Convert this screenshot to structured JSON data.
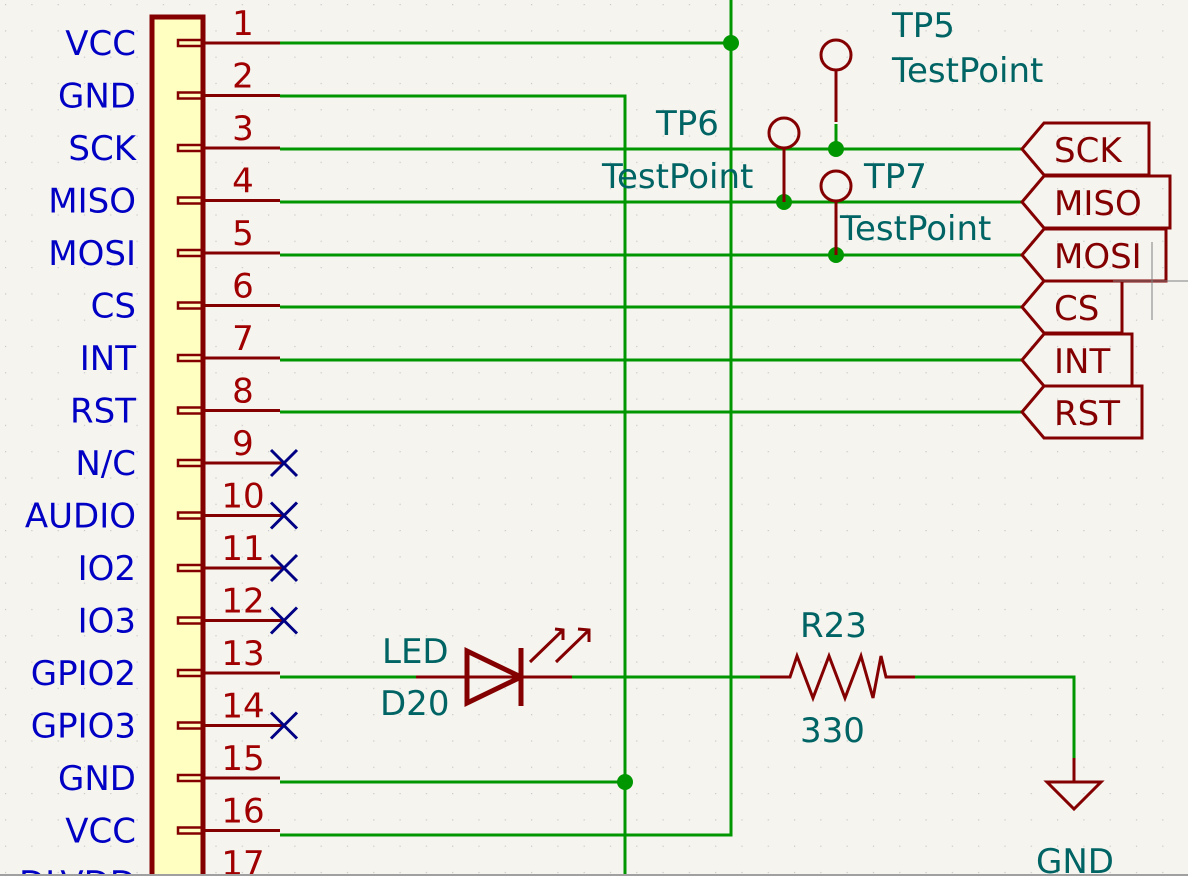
{
  "app": "KiCad Schematic Editor",
  "connector": {
    "pins": [
      {
        "number": "1",
        "name": "VCC",
        "state": "wired"
      },
      {
        "number": "2",
        "name": "GND",
        "state": "wired"
      },
      {
        "number": "3",
        "name": "SCK",
        "state": "wired"
      },
      {
        "number": "4",
        "name": "MISO",
        "state": "wired"
      },
      {
        "number": "5",
        "name": "MOSI",
        "state": "wired"
      },
      {
        "number": "6",
        "name": "CS",
        "state": "wired"
      },
      {
        "number": "7",
        "name": "INT",
        "state": "wired"
      },
      {
        "number": "8",
        "name": "RST",
        "state": "wired"
      },
      {
        "number": "9",
        "name": "N/C",
        "state": "no-connect"
      },
      {
        "number": "10",
        "name": "AUDIO",
        "state": "no-connect"
      },
      {
        "number": "11",
        "name": "IO2",
        "state": "no-connect"
      },
      {
        "number": "12",
        "name": "IO3",
        "state": "no-connect"
      },
      {
        "number": "13",
        "name": "GPIO2",
        "state": "wired"
      },
      {
        "number": "14",
        "name": "GPIO3",
        "state": "no-connect"
      },
      {
        "number": "15",
        "name": "GND",
        "state": "wired"
      },
      {
        "number": "16",
        "name": "VCC",
        "state": "wired"
      },
      {
        "number": "17",
        "name": "DLVDD",
        "state": "partial"
      }
    ]
  },
  "global_labels": [
    "SCK",
    "MISO",
    "MOSI",
    "CS",
    "INT",
    "RST"
  ],
  "test_points": [
    {
      "ref": "TP5",
      "value": "TestPoint",
      "net": "SCK"
    },
    {
      "ref": "TP6",
      "value": "TestPoint",
      "net": "MISO"
    },
    {
      "ref": "TP7",
      "value": "TestPoint",
      "net": "MOSI"
    }
  ],
  "led": {
    "ref": "D20",
    "value": "LED"
  },
  "resistor": {
    "ref": "R23",
    "value": "330"
  },
  "power": {
    "gnd_label": "GND"
  },
  "colors": {
    "background": "#f5f4ef",
    "wire": "#009600",
    "symbol": "#840000",
    "pin_name": "#0000c4",
    "pin_number": "#a00000",
    "reference": "#006464",
    "no_connect": "#000084",
    "connector_fill": "#ffffc2"
  }
}
